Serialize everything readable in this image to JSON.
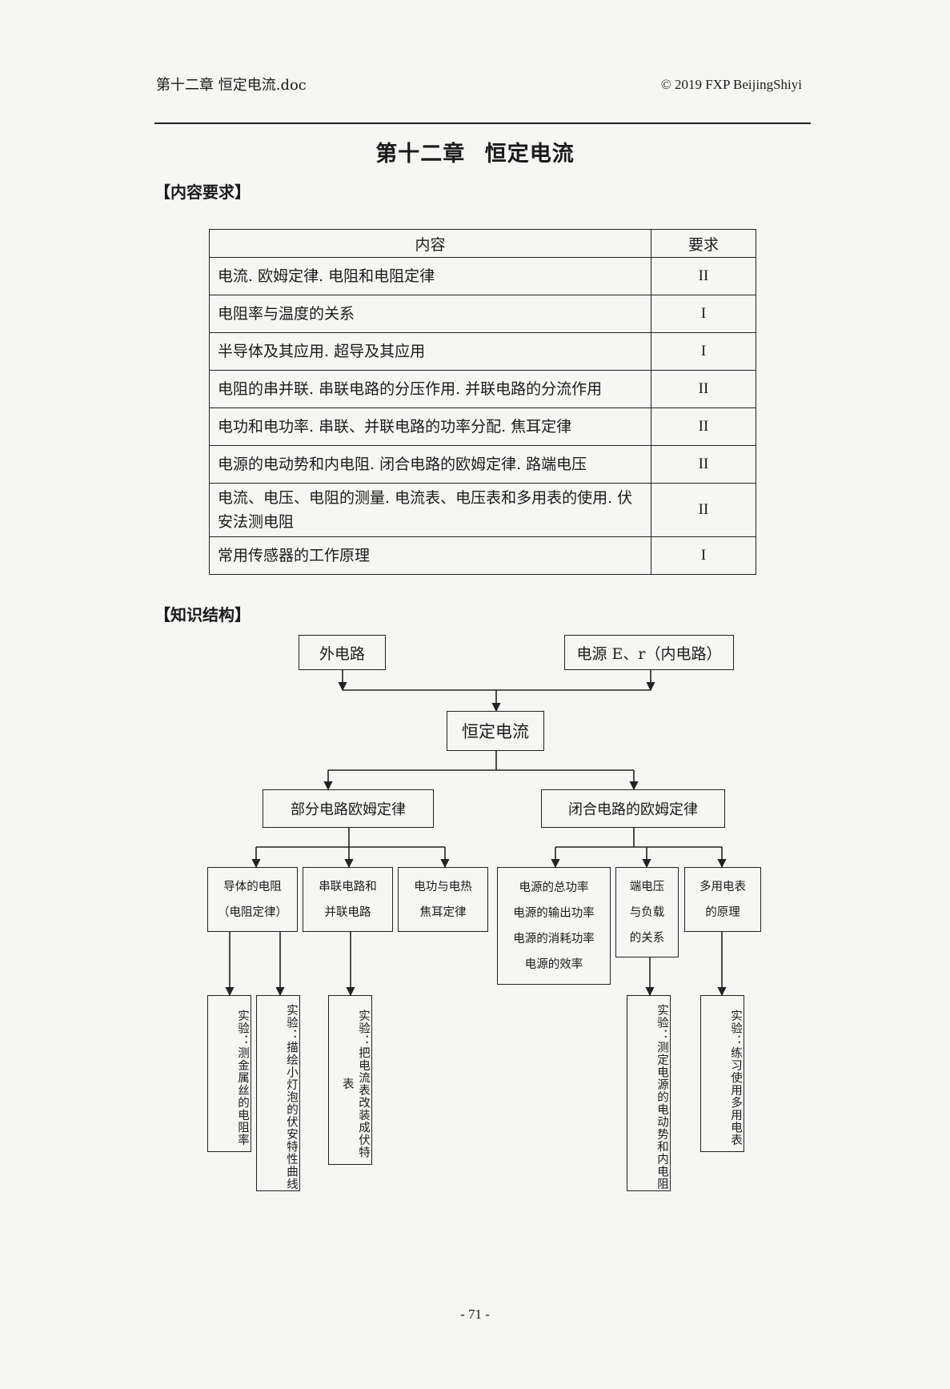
{
  "header": {
    "left": "第十二章  恒定电流.doc",
    "right": "© 2019 FXP BeijingShiyi"
  },
  "title": "第十二章   恒定电流",
  "sections": {
    "requirements": "【内容要求】",
    "structure": "【知识结构】"
  },
  "table": {
    "col_content": "内容",
    "col_level": "要求",
    "rows": [
      {
        "content": "电流. 欧姆定律. 电阻和电阻定律",
        "level": "II"
      },
      {
        "content": "电阻率与温度的关系",
        "level": "I"
      },
      {
        "content": "半导体及其应用. 超导及其应用",
        "level": "I"
      },
      {
        "content": "电阻的串并联. 串联电路的分压作用. 并联电路的分流作用",
        "level": "II"
      },
      {
        "content": "电功和电功率. 串联、并联电路的功率分配. 焦耳定律",
        "level": "II"
      },
      {
        "content": "电源的电动势和内电阻. 闭合电路的欧姆定律. 路端电压",
        "level": "II"
      },
      {
        "content": "电流、电压、电阻的测量. 电流表、电压表和多用表的使用. 伏安法测电阻",
        "level": "II"
      },
      {
        "content": "常用传感器的工作原理",
        "level": "I"
      }
    ]
  },
  "diagram": {
    "top_left": "外电路",
    "top_right": "电源 E、r（内电路）",
    "center": "恒定电流",
    "left_branch": "部分电路欧姆定律",
    "right_branch": "闭合电路的欧姆定律",
    "leaf1": [
      "导体的电阻",
      "（电阻定律）"
    ],
    "leaf2": [
      "串联电路和",
      "并联电路"
    ],
    "leaf3": [
      "电功与电热",
      "焦耳定律"
    ],
    "leaf4": [
      "电源的总功率",
      "电源的输出功率",
      "电源的消耗功率",
      "电源的效率"
    ],
    "leaf5": [
      "端电压",
      "与负载",
      "的关系"
    ],
    "leaf6": [
      "多用电表",
      "的原理"
    ],
    "exp1": "实验：测金属丝的电阻率",
    "exp2": "实验：描绘小灯泡的伏安特性曲线",
    "exp3": "实验：把电流表改装成伏特表",
    "exp4": "实验：测定电源的电动势和内电阻",
    "exp5": "实验：练习使用多用电表"
  },
  "footer": {
    "page": "- 71 -"
  }
}
